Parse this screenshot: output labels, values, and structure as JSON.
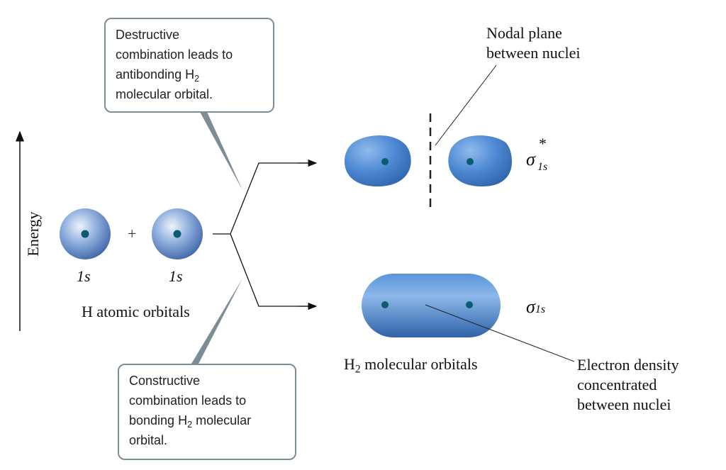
{
  "callouts": {
    "destructive": {
      "lines": [
        "Destructive",
        "combination leads to",
        "antibonding H",
        "molecular orbital."
      ],
      "subscript": "2"
    },
    "constructive": {
      "lines": [
        "Constructive",
        "combination leads to",
        "bonding H",
        " molecular",
        "orbital."
      ],
      "subscript": "2"
    }
  },
  "axis": {
    "label": "Energy"
  },
  "atomic": {
    "plus": "+",
    "label1": "1s",
    "label2": "1s",
    "caption": "H atomic orbitals"
  },
  "molecular": {
    "caption_prefix": "H",
    "caption_sub": "2",
    "caption_suffix": " molecular orbitals",
    "antibonding_symbol": "σ",
    "antibonding_star": "*",
    "antibonding_sub": "1s",
    "bonding_symbol": "σ",
    "bonding_sub": "1s"
  },
  "annotations": {
    "nodal": [
      "Nodal plane",
      "between nuclei"
    ],
    "density": [
      "Electron density",
      "concentrated",
      "between nuclei"
    ]
  },
  "colors": {
    "orbital": "#4a86cc",
    "nucleus": "#0b5c70",
    "callout_border": "#7d8d96"
  }
}
